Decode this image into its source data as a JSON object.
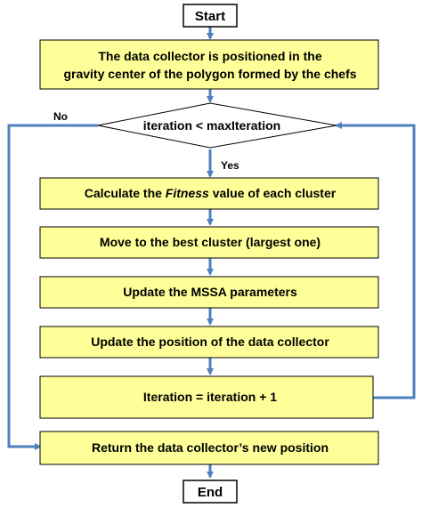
{
  "flowchart": {
    "start": "Start",
    "end": "End",
    "step_init_line1": "The data collector is positioned in the",
    "step_init_line2": "gravity center of the polygon formed by the chefs",
    "decision": "iteration < maxIteration",
    "label_no": "No",
    "label_yes": "Yes",
    "step_fitness_pre": "Calculate the ",
    "step_fitness_italic": "Fitness",
    "step_fitness_post": " value of each cluster",
    "step_move": "Move to the best cluster (largest one)",
    "step_update_params": "Update the MSSA parameters",
    "step_update_position": "Update the position of the data collector",
    "step_increment": "Iteration = iteration + 1",
    "step_return": "Return the data collector’s new position"
  },
  "colors": {
    "process_fill": "#FFFF99",
    "terminal_fill": "#FFFFFF",
    "border": "#000000",
    "arrow": "#4F81BD"
  }
}
